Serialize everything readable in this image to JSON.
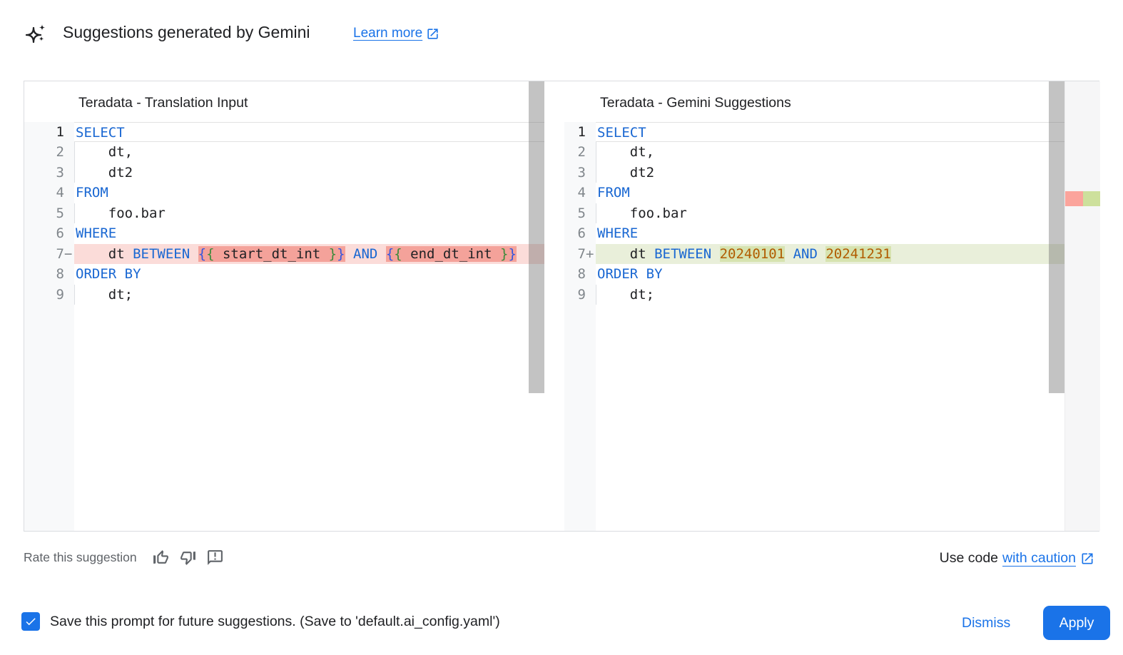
{
  "header": {
    "title": "Suggestions generated by Gemini",
    "learn_more_label": "Learn more"
  },
  "editors": [
    {
      "title": "Teradata - Translation Input",
      "lines": [
        {
          "n": "1",
          "sign": "",
          "diff": "",
          "active": true,
          "guide": false,
          "tokens": [
            {
              "c": "kw",
              "t": "SELECT"
            }
          ]
        },
        {
          "n": "2",
          "sign": "",
          "diff": "",
          "active": false,
          "guide": true,
          "tokens": [
            {
              "c": "plain",
              "t": "    dt,"
            }
          ]
        },
        {
          "n": "3",
          "sign": "",
          "diff": "",
          "active": false,
          "guide": true,
          "tokens": [
            {
              "c": "plain",
              "t": "    dt2"
            }
          ]
        },
        {
          "n": "4",
          "sign": "",
          "diff": "",
          "active": false,
          "guide": false,
          "tokens": [
            {
              "c": "kw",
              "t": "FROM"
            }
          ]
        },
        {
          "n": "5",
          "sign": "",
          "diff": "",
          "active": false,
          "guide": true,
          "tokens": [
            {
              "c": "plain",
              "t": "    foo.bar"
            }
          ]
        },
        {
          "n": "6",
          "sign": "",
          "diff": "",
          "active": false,
          "guide": false,
          "tokens": [
            {
              "c": "kw",
              "t": "WHERE"
            }
          ]
        },
        {
          "n": "7",
          "sign": "−",
          "diff": "removed",
          "active": false,
          "guide": false,
          "tokens": [
            {
              "c": "plain",
              "t": "    dt "
            },
            {
              "c": "kw",
              "t": "BETWEEN"
            },
            {
              "c": "plain",
              "t": " "
            },
            {
              "c": "brace-b",
              "t": "{",
              "w": true
            },
            {
              "c": "brace-g",
              "t": "{",
              "w": true
            },
            {
              "c": "plain",
              "t": " start_dt_int ",
              "w": true
            },
            {
              "c": "brace-g",
              "t": "}",
              "w": true
            },
            {
              "c": "brace-b",
              "t": "}",
              "w": true
            },
            {
              "c": "plain",
              "t": " "
            },
            {
              "c": "kw",
              "t": "AND"
            },
            {
              "c": "plain",
              "t": " "
            },
            {
              "c": "brace-b",
              "t": "{",
              "w": true
            },
            {
              "c": "brace-g",
              "t": "{",
              "w": true
            },
            {
              "c": "plain",
              "t": " end_dt_int ",
              "w": true
            },
            {
              "c": "brace-g",
              "t": "}",
              "w": true
            },
            {
              "c": "brace-b",
              "t": "}",
              "w": true
            }
          ]
        },
        {
          "n": "8",
          "sign": "",
          "diff": "",
          "active": false,
          "guide": false,
          "tokens": [
            {
              "c": "kw",
              "t": "ORDER BY"
            }
          ]
        },
        {
          "n": "9",
          "sign": "",
          "diff": "",
          "active": false,
          "guide": true,
          "tokens": [
            {
              "c": "plain",
              "t": "    dt;"
            }
          ]
        }
      ]
    },
    {
      "title": "Teradata - Gemini Suggestions",
      "lines": [
        {
          "n": "1",
          "sign": "",
          "diff": "",
          "active": true,
          "guide": false,
          "tokens": [
            {
              "c": "kw",
              "t": "SELECT"
            }
          ]
        },
        {
          "n": "2",
          "sign": "",
          "diff": "",
          "active": false,
          "guide": true,
          "tokens": [
            {
              "c": "plain",
              "t": "    dt,"
            }
          ]
        },
        {
          "n": "3",
          "sign": "",
          "diff": "",
          "active": false,
          "guide": true,
          "tokens": [
            {
              "c": "plain",
              "t": "    dt2"
            }
          ]
        },
        {
          "n": "4",
          "sign": "",
          "diff": "",
          "active": false,
          "guide": false,
          "tokens": [
            {
              "c": "kw",
              "t": "FROM"
            }
          ]
        },
        {
          "n": "5",
          "sign": "",
          "diff": "",
          "active": false,
          "guide": true,
          "tokens": [
            {
              "c": "plain",
              "t": "    foo.bar"
            }
          ]
        },
        {
          "n": "6",
          "sign": "",
          "diff": "",
          "active": false,
          "guide": false,
          "tokens": [
            {
              "c": "kw",
              "t": "WHERE"
            }
          ]
        },
        {
          "n": "7",
          "sign": "+",
          "diff": "added",
          "active": false,
          "guide": false,
          "tokens": [
            {
              "c": "plain",
              "t": "    dt "
            },
            {
              "c": "kw",
              "t": "BETWEEN"
            },
            {
              "c": "plain",
              "t": " "
            },
            {
              "c": "num",
              "t": "20240101",
              "w": true
            },
            {
              "c": "plain",
              "t": " "
            },
            {
              "c": "kw",
              "t": "AND"
            },
            {
              "c": "plain",
              "t": " "
            },
            {
              "c": "num",
              "t": "20241231",
              "w": true
            }
          ]
        },
        {
          "n": "8",
          "sign": "",
          "diff": "",
          "active": false,
          "guide": false,
          "tokens": [
            {
              "c": "kw",
              "t": "ORDER BY"
            }
          ]
        },
        {
          "n": "9",
          "sign": "",
          "diff": "",
          "active": false,
          "guide": true,
          "tokens": [
            {
              "c": "plain",
              "t": "    dt;"
            }
          ]
        }
      ]
    }
  ],
  "footer": {
    "rate_label": "Rate this suggestion",
    "use_code_prefix": "Use code",
    "use_code_link": "with caution"
  },
  "action_bar": {
    "checkbox_checked": true,
    "save_label": "Save this prompt for future suggestions. (Save to 'default.ai_config.yaml')",
    "dismiss_label": "Dismiss",
    "apply_label": "Apply"
  },
  "colors": {
    "accent": "#1a73e8",
    "keyword": "#1967d2",
    "number": "#b15c00",
    "brace_outer": "#3355e0",
    "brace_inner": "#3a8a3a",
    "removed_line": "#fbdcd9",
    "removed_word": "#f4a29a",
    "added_line": "#e9efda",
    "added_word": "#d6e3b0",
    "ruler_removed": "#fba49c",
    "ruler_added": "#cde09c"
  }
}
